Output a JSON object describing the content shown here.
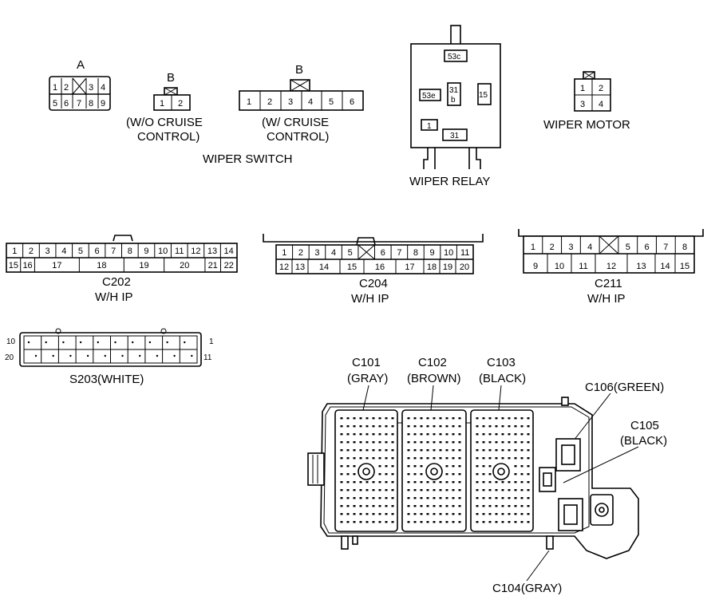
{
  "connectors": {
    "a": {
      "label": "A",
      "pins_top": [
        "1",
        "2",
        "",
        "3",
        "4"
      ],
      "pins_bottom": [
        "5",
        "6",
        "7",
        "8",
        "9"
      ]
    },
    "b1": {
      "label": "B",
      "pins": [
        "1",
        "2"
      ],
      "caption1": "(W/O CRUISE",
      "caption2": "CONTROL)"
    },
    "b2": {
      "label": "B",
      "pins": [
        "1",
        "2",
        "3",
        "4",
        "5",
        "6"
      ],
      "caption1": "(W/ CRUISE",
      "caption2": "CONTROL)"
    },
    "wiper_switch_label": "WIPER SWITCH",
    "wiper_relay": {
      "label": "WIPER RELAY",
      "t53c": "53c",
      "t53e": "53e",
      "t31b_1": "31",
      "t31b_2": "b",
      "t15": "15",
      "t1": "1",
      "t31": "31"
    },
    "wiper_motor": {
      "label": "WIPER MOTOR",
      "pins": [
        "1",
        "2",
        "3",
        "4"
      ]
    },
    "c202": {
      "name": "C202",
      "sub": "W/H  IP",
      "top": [
        "1",
        "2",
        "3",
        "4",
        "5",
        "6",
        "7",
        "8",
        "9",
        "10",
        "11",
        "12",
        "13",
        "14"
      ],
      "bottom": [
        "15",
        "16",
        "17",
        "18",
        "19",
        "20",
        "21",
        "22"
      ]
    },
    "c204": {
      "name": "C204",
      "sub": "W/H  IP",
      "top": [
        "1",
        "2",
        "3",
        "4",
        "5",
        "",
        "6",
        "7",
        "8",
        "9",
        "10",
        "11"
      ],
      "bottom": [
        "12",
        "13",
        "14",
        "15",
        "16",
        "17",
        "18",
        "19",
        "20"
      ]
    },
    "c211": {
      "name": "C211",
      "sub": "W/H  IP",
      "top": [
        "1",
        "2",
        "3",
        "4",
        "",
        "5",
        "6",
        "7",
        "8"
      ],
      "bottom": [
        "9",
        "10",
        "11",
        "12",
        "13",
        "14",
        "15"
      ]
    },
    "s203": {
      "label": "S203(WHITE)",
      "l1": "10",
      "l2": "20",
      "r1": "1",
      "r2": "11"
    },
    "junction": {
      "c101": "C101",
      "c101_color": "(GRAY)",
      "c102": "C102",
      "c102_color": "(BROWN)",
      "c103": "C103",
      "c103_color": "(BLACK)",
      "c106": "C106(GREEN)",
      "c105": "C105",
      "c105_color": "(BLACK)",
      "c104": "C104(GRAY)"
    }
  }
}
